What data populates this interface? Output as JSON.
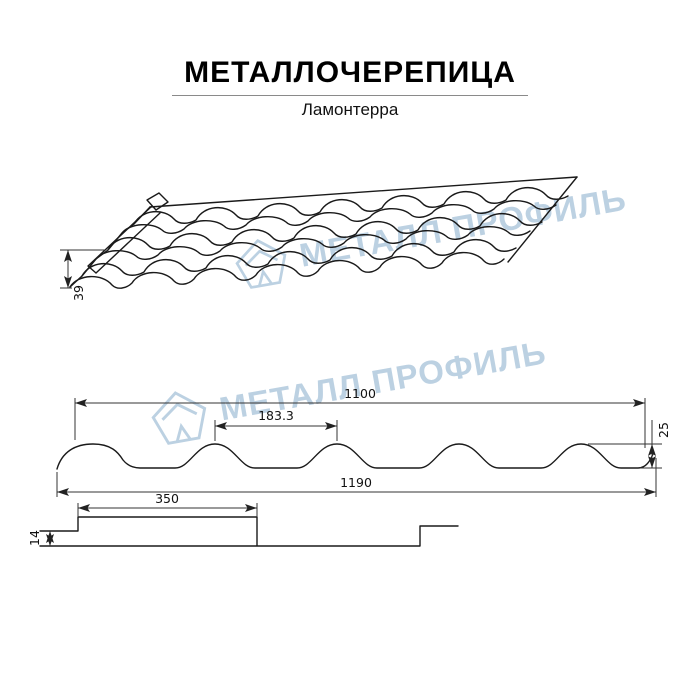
{
  "header": {
    "title": "МЕТАЛЛОЧЕРЕПИЦА",
    "subtitle": "Ламонтерра"
  },
  "watermark": {
    "text": "МЕТАЛЛ ПРОФИЛЬ",
    "color": "#b9cfe1"
  },
  "perspective_view": {
    "edge_height": "39"
  },
  "profile_view": {
    "cover_width": "1100",
    "module_width": "183.3",
    "wave_height": "25",
    "full_width": "1190"
  },
  "overlap_view": {
    "step_length": "350",
    "step_height": "14"
  }
}
